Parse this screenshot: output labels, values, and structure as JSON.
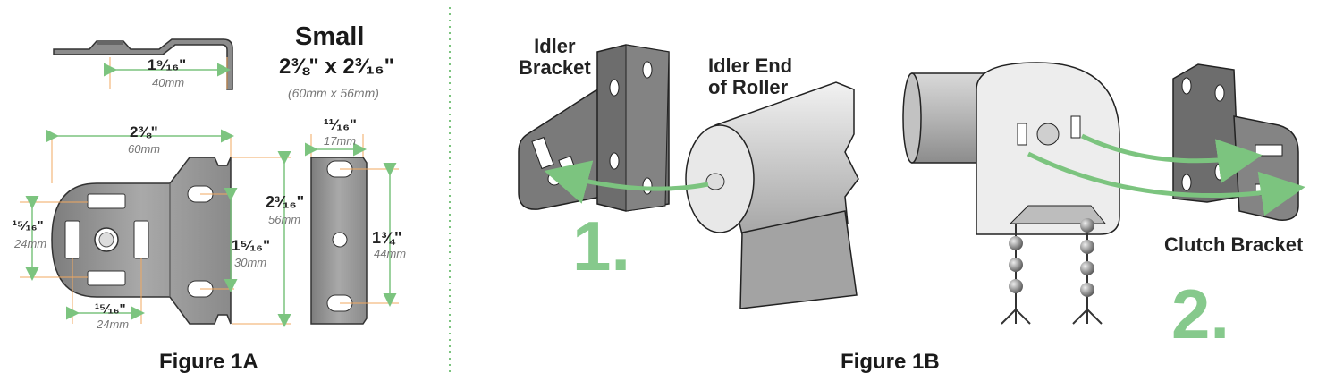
{
  "figure_1a": {
    "caption": "Figure 1A",
    "size_name": "Small",
    "size_imperial": "2⅜\" x 2³⁄₁₆\"",
    "size_metric": "(60mm x 56mm)",
    "side_view_width": "1⁹⁄₁₆\"",
    "side_view_width_mm": "40mm",
    "width": "2⅜\"",
    "width_mm": "60mm",
    "height": "2³⁄₁₆\"",
    "height_mm": "56mm",
    "left_hole_span": "1⁵⁄₁₆\"",
    "left_hole_span_mm": "30mm",
    "left_slot_height": "¹⁵⁄₁₆\"",
    "left_slot_height_mm": "24mm",
    "bottom_slot_width": "¹⁵⁄₁₆\"",
    "bottom_slot_width_mm": "24mm",
    "edge_width": "¹¹⁄₁₆\"",
    "edge_width_mm": "17mm",
    "edge_hole_span": "1¾\"",
    "edge_hole_span_mm": "44mm"
  },
  "figure_1b": {
    "caption": "Figure 1B",
    "idler_bracket_label": "Idler\nBracket",
    "idler_end_label": "Idler End\nof Roller",
    "clutch_bracket_label": "Clutch Bracket",
    "step_1": "1.",
    "step_2": "2."
  },
  "colors": {
    "dimension_line": "#7cc47f",
    "leader_line": "#f0a860",
    "step_number": "#86c98c",
    "bracket_fill": "#8e8e8e",
    "arrow_green": "#7cc47f"
  }
}
